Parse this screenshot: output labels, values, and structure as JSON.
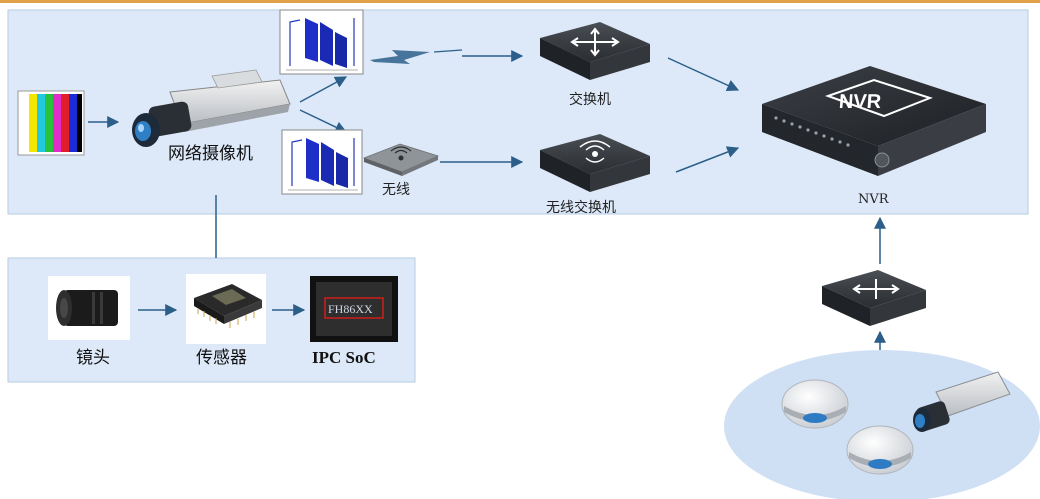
{
  "colors": {
    "top_border": "#e1a14a",
    "panel_fill": "#dde9f8",
    "panel_stroke": "#b6cbe6",
    "arrow": "#2b5f8a",
    "device_dark": "#2c2f33",
    "camera_ellipse": "#cfe0f5"
  },
  "labels": {
    "camera": "网络摄像机",
    "wireless": "无线",
    "switch": "交换机",
    "wireless_switch": "无线交换机",
    "nvr_panel": "NVR",
    "nvr_caption": "NVR",
    "lens": "镜头",
    "sensor": "传感器",
    "soc": "IPC SoC",
    "chip_marking": "FH86XX"
  },
  "icons": [
    "color-bars-icon",
    "bullet-camera-icon",
    "video-frames-icon",
    "wireless-signal-icon",
    "access-point-icon",
    "network-switch-icon",
    "wireless-switch-icon",
    "nvr-recorder-icon",
    "lens-icon",
    "image-sensor-icon",
    "soc-chip-icon",
    "dome-camera-icon"
  ]
}
